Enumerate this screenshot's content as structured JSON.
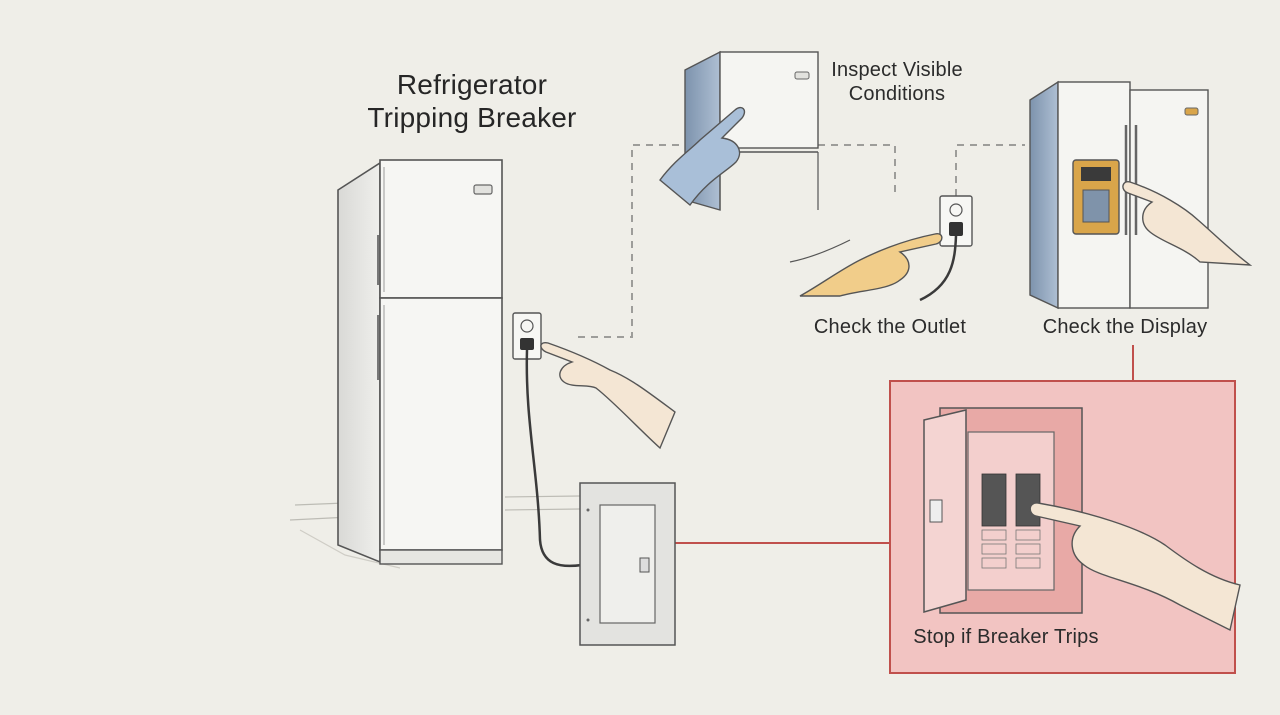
{
  "title": {
    "line1": "Refrigerator",
    "line2": "Tripping Breaker"
  },
  "steps": {
    "inspect": {
      "line1": "Inspect Visible",
      "line2": "Conditions"
    },
    "outlet": {
      "label": "Check the Outlet"
    },
    "display": {
      "label": "Check the Display"
    },
    "breaker": {
      "label": "Stop if Breaker Trips"
    }
  },
  "colors": {
    "background": "#efeee8",
    "highlight_fill": "#f2c4c2",
    "highlight_border": "#c0504c",
    "connector_dashed": "#9a9a9a",
    "fridge_blue": "#8ea4bd",
    "hand_skin": "#f4e6d4",
    "hand_yellow": "#f1cd8a",
    "hand_blue": "#a9bfd8",
    "display_amber": "#d9a54a"
  },
  "icons": [
    "refrigerator-icon",
    "outlet-icon",
    "breaker-panel-icon",
    "pointing-hand-icon",
    "dispenser-display-icon"
  ]
}
